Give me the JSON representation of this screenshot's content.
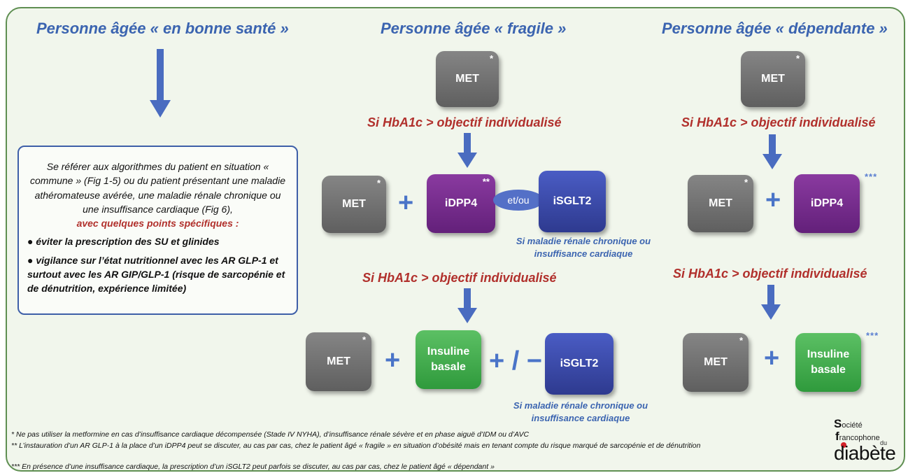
{
  "headings": {
    "healthy": "Personne âgée « en bonne santé »",
    "fragile": "Personne âgée « fragile »",
    "dependent": "Personne âgée « dépendante »"
  },
  "labels": {
    "met": "MET",
    "idpp4": "iDPP4",
    "isglt2": "iSGLT2",
    "insuline": "Insuline basale",
    "plus": "+",
    "plus_minus": "+ / −",
    "et_ou": "et/ou",
    "star1": "*",
    "star2": "**",
    "star3": "***"
  },
  "condition_text": "Si HbA1c > objectif individualisé",
  "note_text": "Si maladie rénale chronique ou insuffisance cardiaque",
  "info_box": {
    "intro": "Se référer aux algorithmes du patient en situation « commune » (Fig 1-5) ou du patient présentant une maladie athéromateuse avérée, une maladie rénale chronique ou une insuffisance cardiaque (Fig 6),",
    "highlight": "avec quelques points spécifiques :",
    "bullet1": "● éviter la prescription des SU et glinides",
    "bullet2": "● vigilance sur l’état nutritionnel avec les AR GLP-1 et surtout avec les AR GIP/GLP-1 (risque de sarcopénie et de dénutrition, expérience limitée)"
  },
  "footnotes": {
    "f1": "* Ne pas utiliser la metformine en cas d’insuffisance cardiaque décompensée (Stade IV NYHA), d’insuffisance rénale sévère et en phase aiguë d’IDM ou d’AVC",
    "f2": "** L’instauration d’un AR GLP-1 à la place d’un iDPP4 peut se discuter, au cas par cas, chez le patient âgé « fragile » en situation d’obésité mais en tenant compte du risque marqué de sarcopénie et de dénutrition",
    "f3": "*** En présence d’une insuffisance cardiaque, la prescription d’un iSGLT2 peut parfois se discuter, au cas par cas, chez le patient âgé « dépendant »"
  },
  "logo": {
    "line1_initial": "S",
    "line1_rest": "ociété",
    "line2_initial": "f",
    "line2_rest": "rancophone",
    "line3": "du",
    "line4": "diabète"
  },
  "colors": {
    "heading": "#3b64b0",
    "condition": "#b1302c",
    "arrow": "#4a6cc0",
    "met": "#6e6e6e",
    "idpp4": "#722a8a",
    "isglt2": "#3a48a8",
    "insuline": "#3fa84a"
  }
}
